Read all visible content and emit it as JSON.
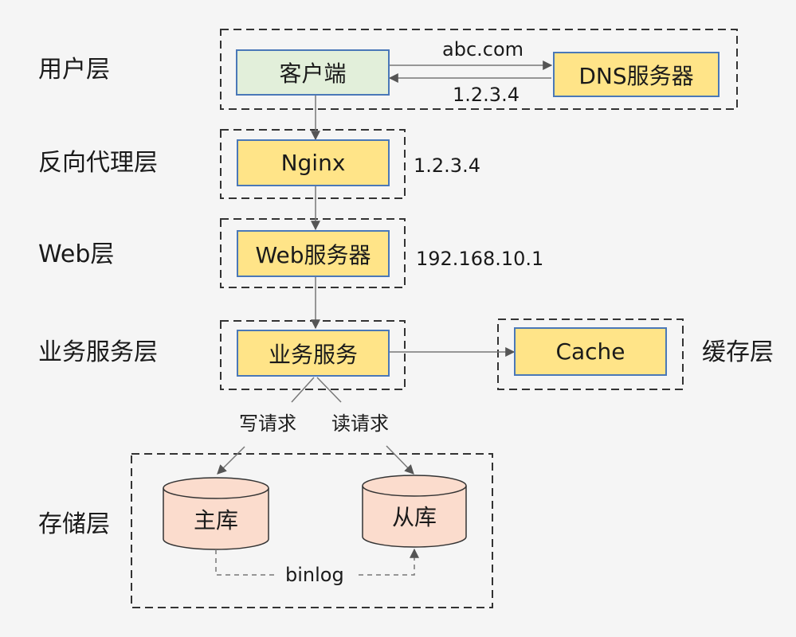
{
  "layers": {
    "user": "用户层",
    "reverse_proxy": "反向代理层",
    "web": "Web层",
    "business": "业务服务层",
    "cache": "缓存层",
    "storage": "存储层"
  },
  "nodes": {
    "client": "客户端",
    "dns": "DNS服务器",
    "nginx": "Nginx",
    "web_server": "Web服务器",
    "business_service": "业务服务",
    "cache": "Cache",
    "master_db": "主库",
    "slave_db": "从库"
  },
  "edge_labels": {
    "dns_query": "abc.com",
    "dns_reply": "1.2.3.4",
    "nginx_ip": "1.2.3.4",
    "web_ip": "192.168.10.1",
    "write_request": "写请求",
    "read_request": "读请求",
    "replication": "binlog"
  },
  "colors": {
    "node_fill": "#ffe488",
    "client_fill": "#e2efda",
    "node_border": "#4a78b8",
    "db_fill": "#fbdccd",
    "db_border": "#333333",
    "wire": "#777777",
    "dash": "#333333"
  }
}
